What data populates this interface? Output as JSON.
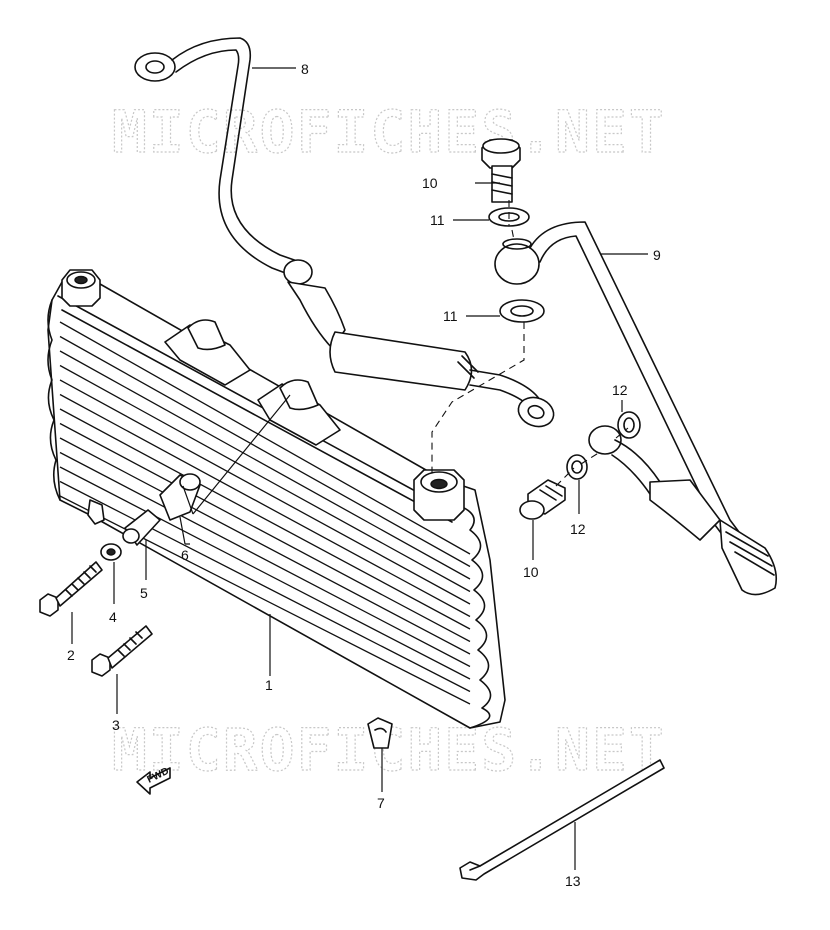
{
  "watermark": {
    "top_text": "MICROFICHES.NET",
    "bottom_text": "MICROFICHES.NET"
  },
  "fwd_label": "FWD",
  "callouts": [
    {
      "id": "8",
      "label": "8"
    },
    {
      "id": "10a",
      "label": "10"
    },
    {
      "id": "11a",
      "label": "11"
    },
    {
      "id": "9",
      "label": "9"
    },
    {
      "id": "11b",
      "label": "11"
    },
    {
      "id": "12a",
      "label": "12"
    },
    {
      "id": "12b",
      "label": "12"
    },
    {
      "id": "10b",
      "label": "10"
    },
    {
      "id": "6",
      "label": "6"
    },
    {
      "id": "5",
      "label": "5"
    },
    {
      "id": "4",
      "label": "4"
    },
    {
      "id": "2",
      "label": "2"
    },
    {
      "id": "1",
      "label": "1"
    },
    {
      "id": "3",
      "label": "3"
    },
    {
      "id": "7",
      "label": "7"
    },
    {
      "id": "13",
      "label": "13"
    }
  ],
  "colors": {
    "ink": "#111111",
    "watermark": "#c8c8c8",
    "background": "#ffffff"
  }
}
